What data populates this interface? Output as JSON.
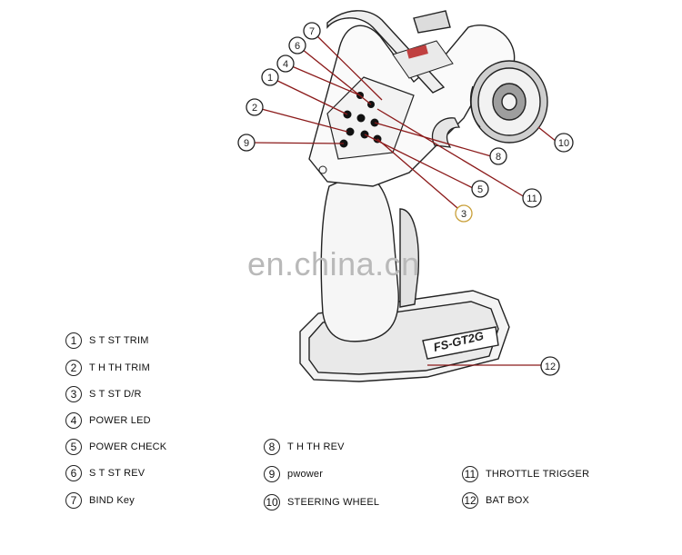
{
  "watermark": "en.china.cn",
  "model_label": "FS-GT2G",
  "callouts": [
    "1",
    "2",
    "3",
    "4",
    "5",
    "6",
    "7",
    "8",
    "9",
    "10",
    "11",
    "12"
  ],
  "legend": [
    {
      "num": "1",
      "text": "S T  ST TRIM"
    },
    {
      "num": "2",
      "text": "T H  TH TRIM"
    },
    {
      "num": "3",
      "text": "S T  ST D/R"
    },
    {
      "num": "4",
      "text": "POWER LED"
    },
    {
      "num": "5",
      "text": "POWER CHECK"
    },
    {
      "num": "6",
      "text": "S T  ST REV"
    },
    {
      "num": "7",
      "text": "BIND  Key"
    },
    {
      "num": "8",
      "text": "T H  TH REV"
    },
    {
      "num": "9",
      "text": "pwower"
    },
    {
      "num": "10",
      "text": "STEERING WHEEL"
    },
    {
      "num": "11",
      "text": "THROTTLE TRIGGER"
    },
    {
      "num": "12",
      "text": "BAT BOX"
    }
  ],
  "colors": {
    "callout_line": "#8b1a1a",
    "outline": "#222222",
    "watermark": "#b9b9b9"
  }
}
